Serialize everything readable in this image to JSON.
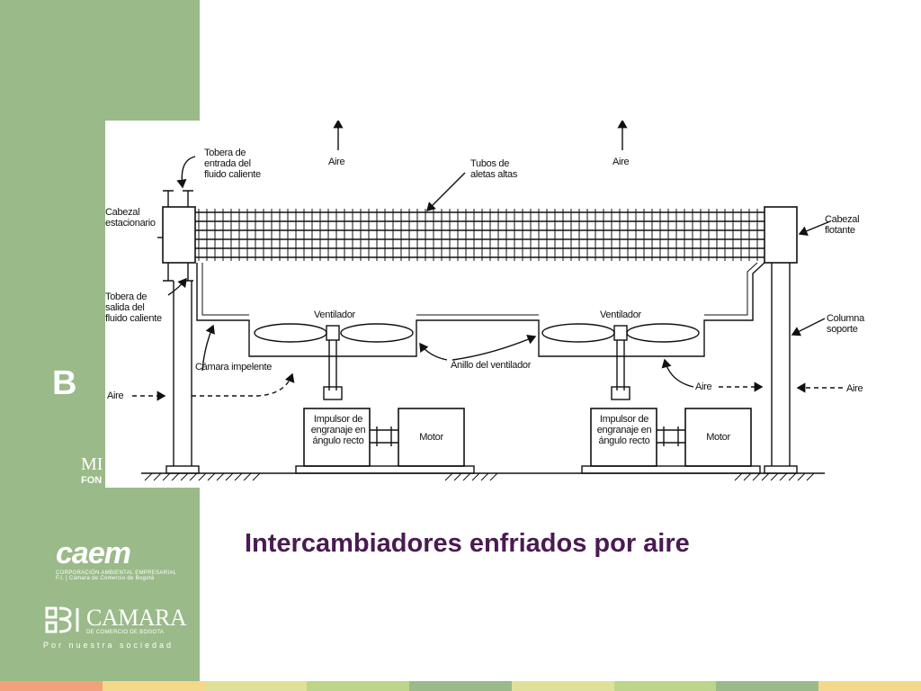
{
  "slide": {
    "title": "Intercambiadores enfriados por aire"
  },
  "colors": {
    "sidebar": "#9aba89",
    "title": "#4a1a52",
    "footer": [
      "#f2a27a",
      "#f5d98a",
      "#dfe19a",
      "#bcd58a",
      "#9aba89",
      "#dfe19a",
      "#bcd58a",
      "#9aba89",
      "#f5d98a"
    ]
  },
  "sidebar_logos": {
    "caem": {
      "word": "caem",
      "subtitle_1": "CORPORACIÓN AMBIENTAL EMPRESARIAL",
      "subtitle_2": "F.I. | Cámara de Comercio de Bogotá"
    },
    "camara": {
      "word": "CAMARA",
      "subtitle": "DE COMERCIO DE BOGOTA",
      "tagline": "Por nuestra sociedad"
    },
    "partial_1": "B",
    "partial_2": "MI",
    "partial_3": "FON"
  },
  "diagram": {
    "labels": {
      "tobera_entrada": "Tobera de\nentrada del\nfluido caliente",
      "aire_top_left": "Aire",
      "tubos_aletas": "Tubos de\naletas altas",
      "aire_top_right": "Aire",
      "cabezal_estacionario": "Cabezal\nestacionario",
      "cabezal_flotante": "Cabezal\nflotante",
      "tobera_salida": "Tobera de\nsalida del\nfluido caliente",
      "ventilador_left": "Ventilador",
      "ventilador_right": "Ventilador",
      "columna_soporte": "Columna\nsoporte",
      "camara_impelente": "Cámara impelente",
      "anillo_ventilador": "Anillo del ventilador",
      "aire_left": "Aire",
      "aire_mid_right": "Aire",
      "aire_far_right": "Aire",
      "impulsor_left": "Impulsor de\nengranaje en\nángulo recto",
      "impulsor_right": "Impulsor de\nengranaje en\nángulo recto",
      "motor_left": "Motor",
      "motor_right": "Motor"
    }
  }
}
